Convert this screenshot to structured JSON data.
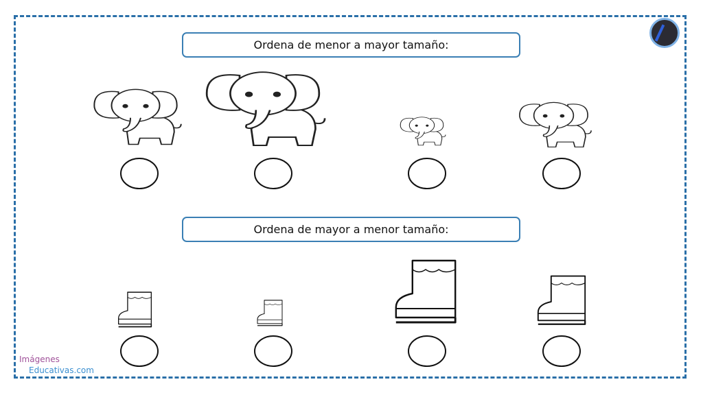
{
  "worksheet": {
    "section1": {
      "instruction": "Ordena de menor a mayor tamaño:",
      "items": [
        {
          "type": "elephant",
          "size": "medium"
        },
        {
          "type": "elephant",
          "size": "largest"
        },
        {
          "type": "elephant",
          "size": "smallest"
        },
        {
          "type": "elephant",
          "size": "medium-small"
        }
      ]
    },
    "section2": {
      "instruction": "Ordena de mayor a menor tamaño:",
      "items": [
        {
          "type": "boot",
          "size": "medium-small"
        },
        {
          "type": "boot",
          "size": "smallest"
        },
        {
          "type": "boot",
          "size": "largest"
        },
        {
          "type": "boot",
          "size": "medium"
        }
      ]
    },
    "watermark": {
      "line1": "Imágenes",
      "line2": "Educativas.com"
    },
    "colors": {
      "border": "#2a6fa8",
      "title_border": "#3a7fb4"
    }
  }
}
